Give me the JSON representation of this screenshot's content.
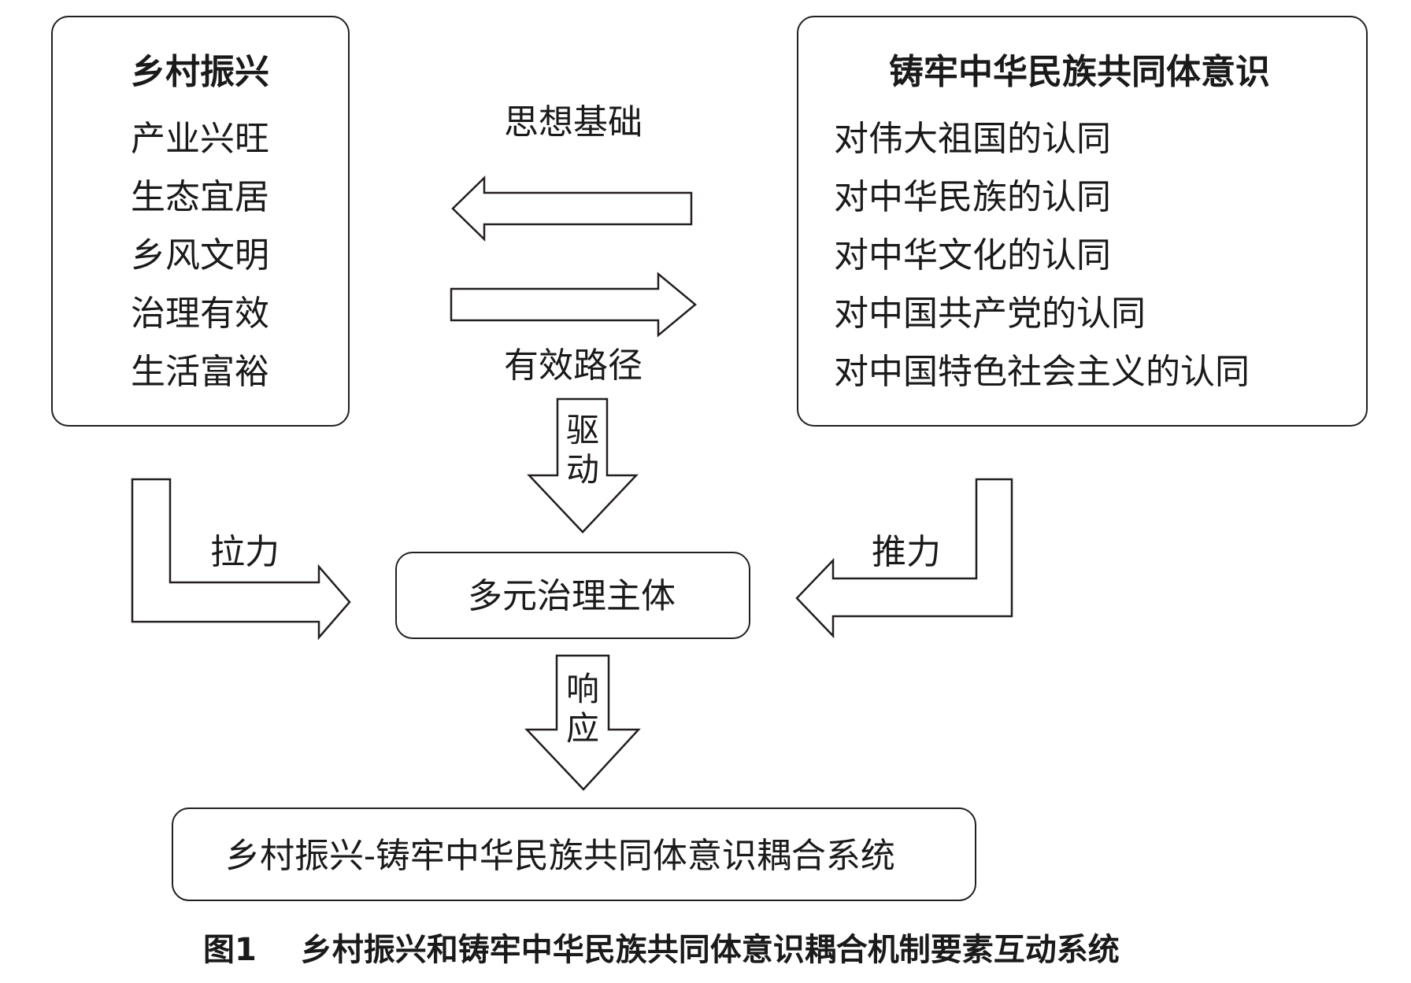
{
  "left_box": {
    "title": "乡村振兴",
    "items": [
      "产业兴旺",
      "生态宜居",
      "乡风文明",
      "治理有效",
      "生活富裕"
    ]
  },
  "right_box": {
    "title": "铸牢中华民族共同体意识",
    "items": [
      "对伟大祖国的认同",
      "对中华民族的认同",
      "对中华文化的认同",
      "对中国共产党的认同",
      "对中国特色社会主义的认同"
    ]
  },
  "labels": {
    "ideological_foundation": "思想基础",
    "effective_path": "有效路径",
    "drive": "驱动",
    "pull": "拉力",
    "push": "推力",
    "response": "响应"
  },
  "center_box": {
    "label": "多元治理主体"
  },
  "bottom_box": {
    "label": "乡村振兴-铸牢中华民族共同体意识耦合系统"
  },
  "caption": {
    "number": "图1",
    "text": "乡村振兴和铸牢中华民族共同体意识耦合机制要素互动系统"
  }
}
